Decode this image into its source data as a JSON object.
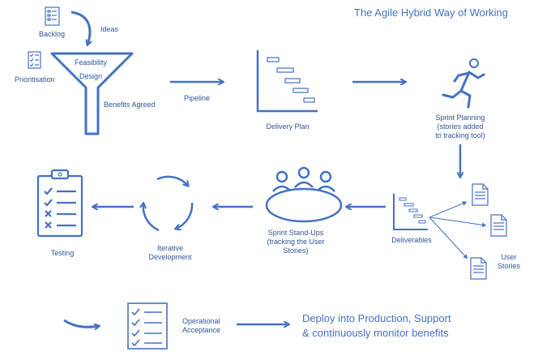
{
  "title": "The Agile Hybrid Way of Working",
  "nodes": {
    "backlog": "Backlog",
    "ideas": "Ideas",
    "prioritisation": "Prioritisation",
    "feasibility": "Feasibility",
    "design": "Design",
    "benefits_agreed": "Benefits Agreed",
    "pipeline": "Pipeline",
    "delivery_plan": "Delivery Plan",
    "sprint_planning_1": "Sprint Planning",
    "sprint_planning_2": "(stories added",
    "sprint_planning_3": "to tracking tool)",
    "deliverables": "Deliverables",
    "user_stories_1": "User",
    "user_stories_2": "Stories",
    "standups_1": "Sprint Stand-Ups",
    "standups_2": "(tracking the User",
    "standups_3": "Stories)",
    "iterative_1": "Iterative",
    "iterative_2": "Development",
    "testing": "Testing",
    "operational_1": "Operational",
    "operational_2": "Acceptance",
    "deploy_1": "Deploy into Production, Support",
    "deploy_2": "& continuously monitor benefits"
  },
  "colors": {
    "line": "#4472c4",
    "text": "#2f5597"
  }
}
